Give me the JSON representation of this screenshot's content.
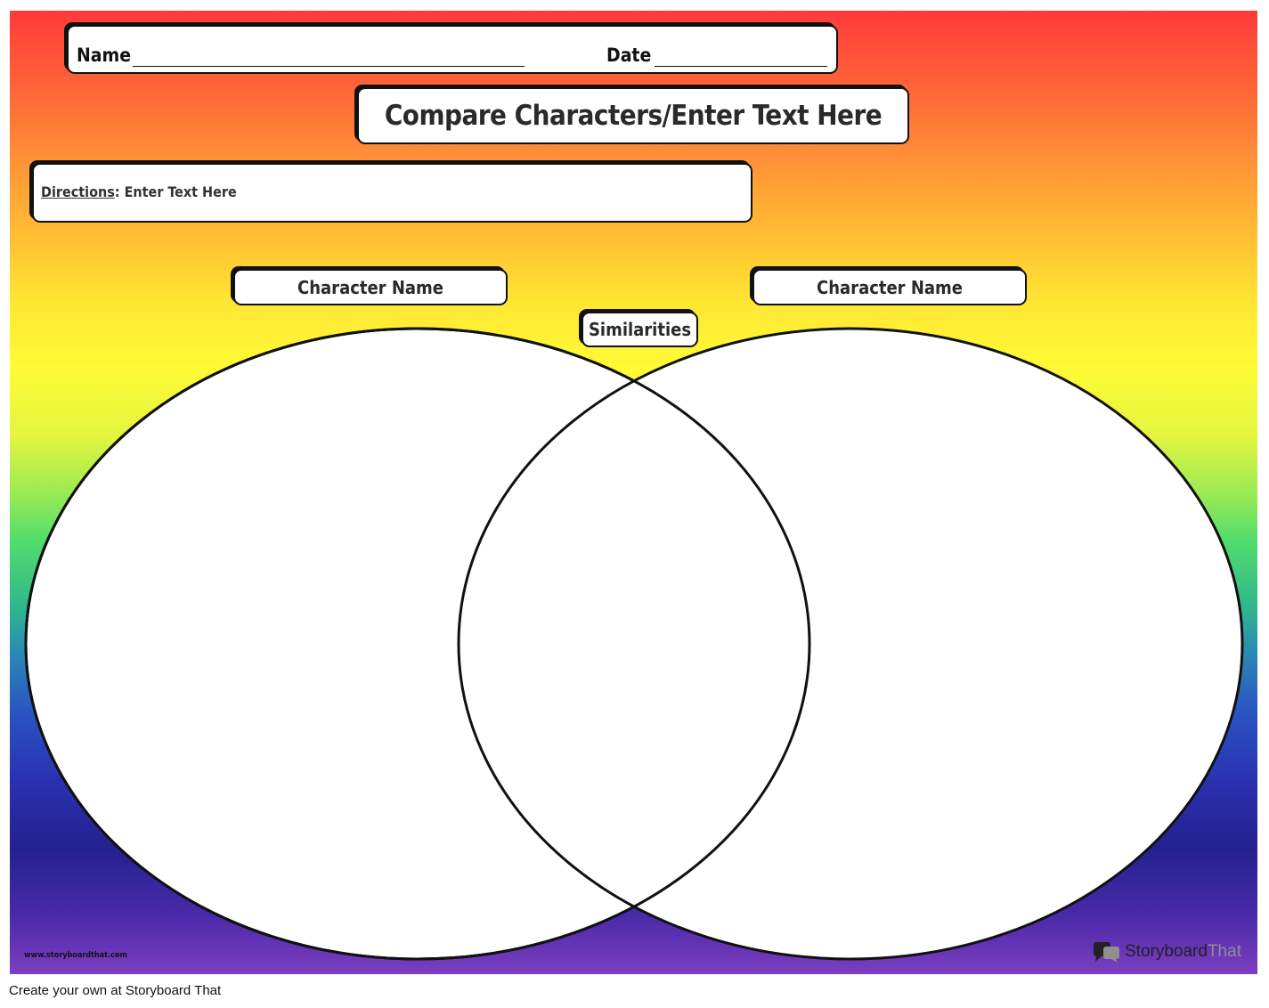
{
  "worksheet": {
    "name_label": "Name",
    "date_label": "Date",
    "title": "Compare Characters/Enter Text Here",
    "directions_label": "Directions",
    "directions_text": ": Enter Text Here",
    "left_character": "Character Name",
    "right_character": "Character Name",
    "center_label": "Similarities"
  },
  "branding": {
    "url": "www.storyboardthat.com",
    "logo_text_1": "Storyboard",
    "logo_text_2": "That",
    "footer": "Create your own at Storyboard That"
  },
  "colors": {
    "gradient_top": "#ff3a3a",
    "gradient_middle": "#fffb35",
    "gradient_bottom": "#7e3ec0",
    "outline": "#111111"
  }
}
